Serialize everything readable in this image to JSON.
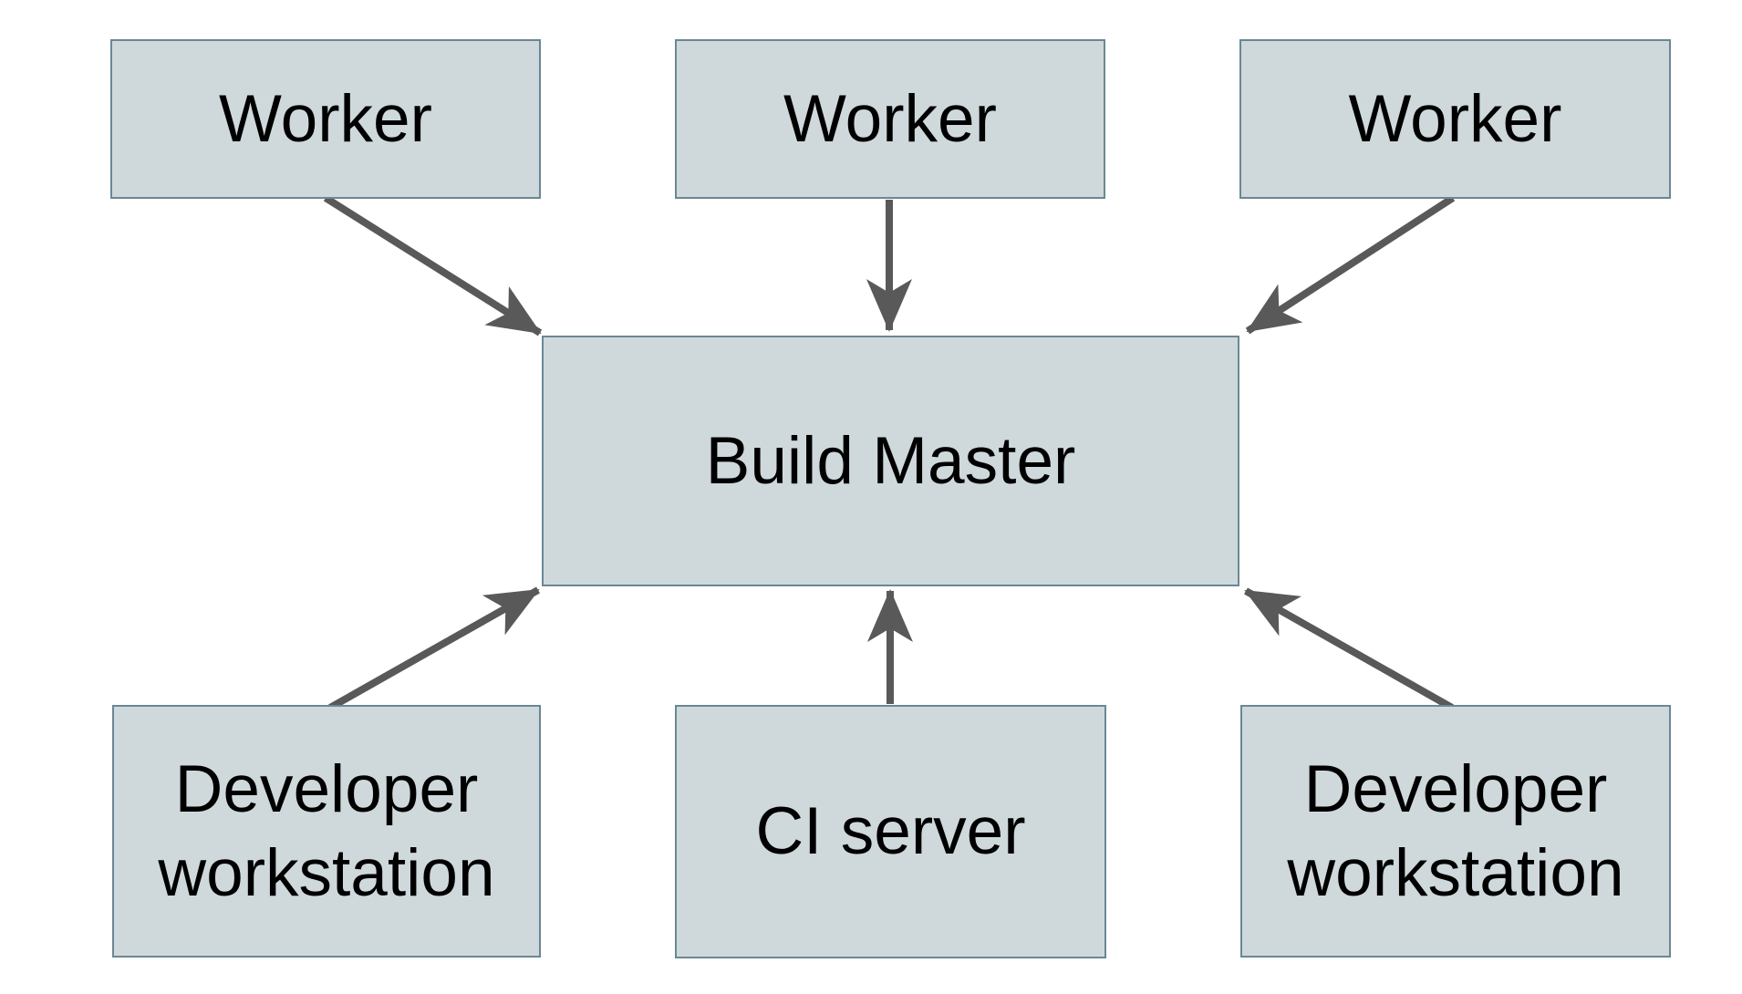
{
  "diagram": {
    "type": "architecture-diagram",
    "nodes": {
      "worker1": {
        "label": "Worker"
      },
      "worker2": {
        "label": "Worker"
      },
      "worker3": {
        "label": "Worker"
      },
      "build_master": {
        "label": "Build Master"
      },
      "dev_workstation_left": {
        "label": "Developer workstation"
      },
      "ci_server": {
        "label": "CI server"
      },
      "dev_workstation_right": {
        "label": "Developer workstation"
      }
    },
    "edges": [
      {
        "from": "worker1",
        "to": "build_master"
      },
      {
        "from": "worker2",
        "to": "build_master"
      },
      {
        "from": "worker3",
        "to": "build_master"
      },
      {
        "from": "dev_workstation_left",
        "to": "build_master"
      },
      {
        "from": "ci_server",
        "to": "build_master"
      },
      {
        "from": "dev_workstation_right",
        "to": "build_master"
      }
    ],
    "colors": {
      "background": "#ffffff",
      "node_fill": "#cfd9dc",
      "node_border": "#6b8795",
      "arrow": "#595959",
      "text": "#000000"
    }
  }
}
